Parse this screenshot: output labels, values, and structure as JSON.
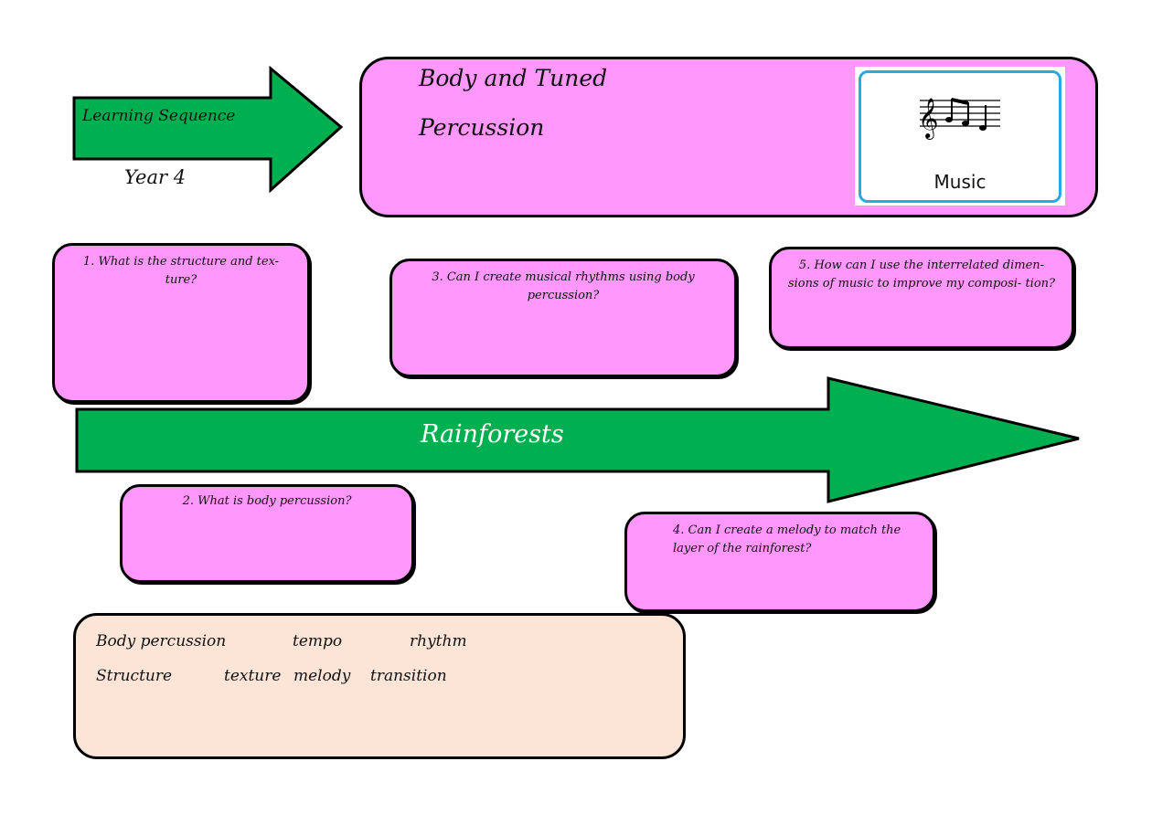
{
  "header": {
    "arrow_label": "Learning Sequence",
    "year": "Year 4",
    "title_line1": "Body and Tuned",
    "title_line2": "Percussion",
    "subject_label": "Music",
    "subject_icon": "music-notes-icon"
  },
  "timeline": {
    "label": "Rainforests"
  },
  "questions": [
    {
      "number": "1.",
      "text": "1. What is the structure and tex-\nture?"
    },
    {
      "number": "2.",
      "text": "2. What is body percussion?"
    },
    {
      "number": "3.",
      "text": "3. Can I create musical rhythms using body percussion?"
    },
    {
      "number": "4.",
      "text": "4. Can I create a melody to match the layer of the rainforest?"
    },
    {
      "number": "5.",
      "text": "5. How can I use the interrelated dimen- sions of music to improve my composi- tion?"
    }
  ],
  "vocabulary": {
    "row1": [
      "Body percussion",
      "tempo",
      "rhythm"
    ],
    "row2": [
      "Structure",
      "texture",
      "melody",
      "transition"
    ]
  },
  "colors": {
    "green": "#00b050",
    "pink": "#ff97fc",
    "peach": "#fce4d6",
    "music_border": "#2ea7e0"
  }
}
